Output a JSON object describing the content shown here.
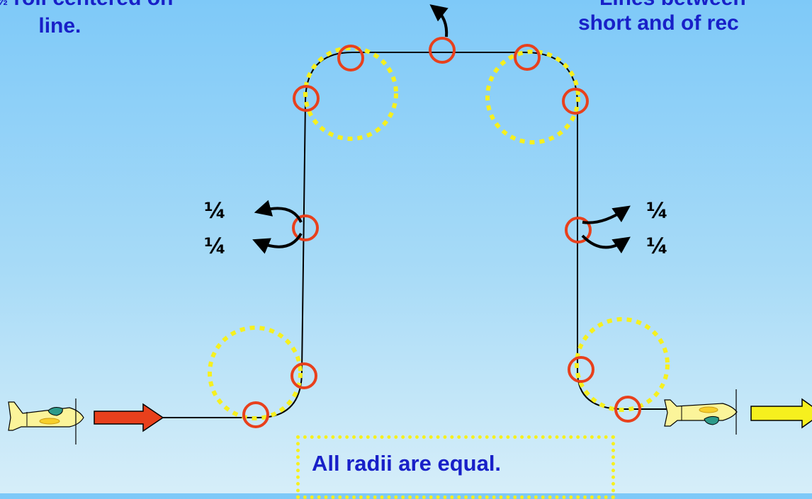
{
  "captions": {
    "left_fraction": "½",
    "left_line1": " roll centered on",
    "left_line2": "line.",
    "right_line1": "Lines between",
    "right_line2": "short and of rec"
  },
  "note": "All radii are equal.",
  "roll_labels": {
    "left_upper": "¼",
    "left_lower": "¼",
    "right_upper": "¼",
    "right_lower": "¼"
  },
  "colors": {
    "flight_path": "#000000",
    "marker_circle": "#e8401c",
    "radius_circle": "#f6f01e",
    "entry_arrow": "#e8401c",
    "exit_arrow": "#f6f01e",
    "text": "#1820c8"
  }
}
